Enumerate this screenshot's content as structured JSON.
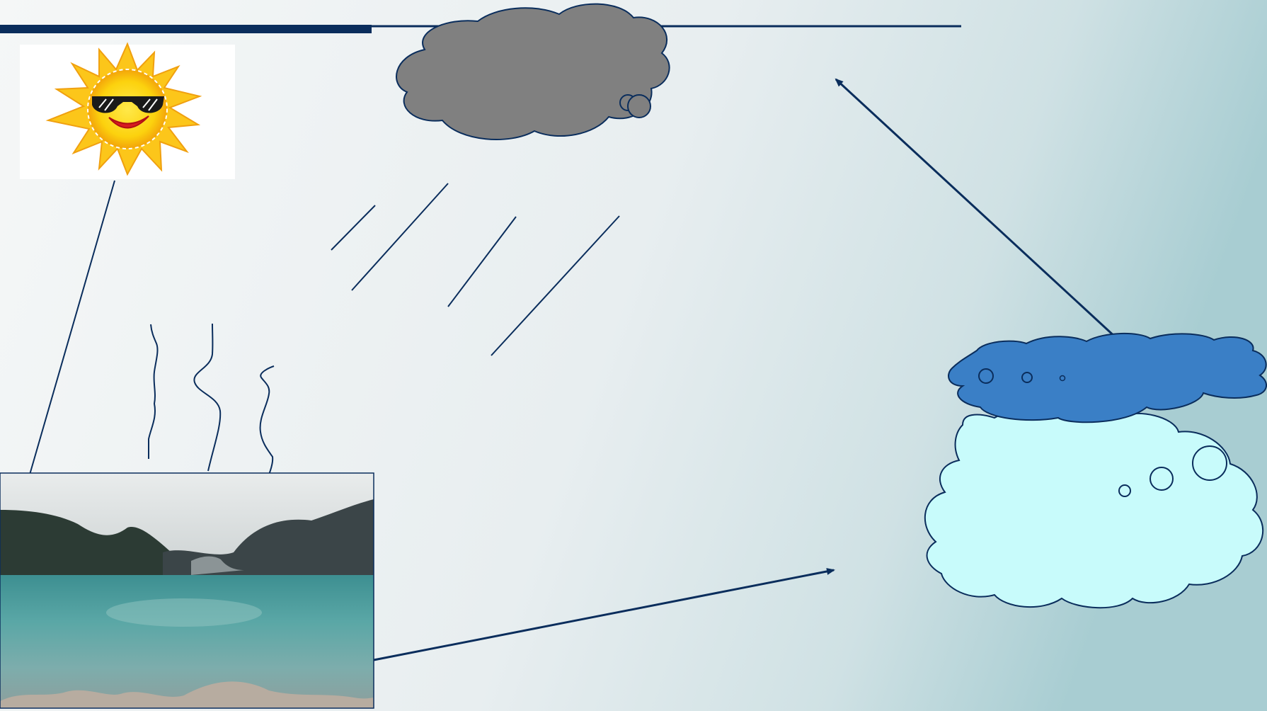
{
  "slide": {
    "background_colors": [
      "#f4f6f6",
      "#e9eff0",
      "#c7dde0",
      "#a9cdd2"
    ],
    "accent_color": "#0a2d5c"
  },
  "diagram": {
    "topic_visual": "water cycle",
    "elements": [
      {
        "name": "sun",
        "icon": "smiling-sun-with-sunglasses"
      },
      {
        "name": "rain-cloud",
        "color": "#808080"
      },
      {
        "name": "rain",
        "icon": "rain-streaks"
      },
      {
        "name": "evaporation",
        "icon": "rising-vapor-lines"
      },
      {
        "name": "lake",
        "icon": "mountain-lake-photo"
      },
      {
        "name": "dark-cloud",
        "color": "#3a7fc6"
      },
      {
        "name": "light-cloud",
        "color": "#c8fbfb"
      }
    ],
    "arrows": [
      {
        "from": "lake",
        "to": "clouds"
      },
      {
        "from": "clouds",
        "to": "rain-cloud"
      }
    ]
  }
}
